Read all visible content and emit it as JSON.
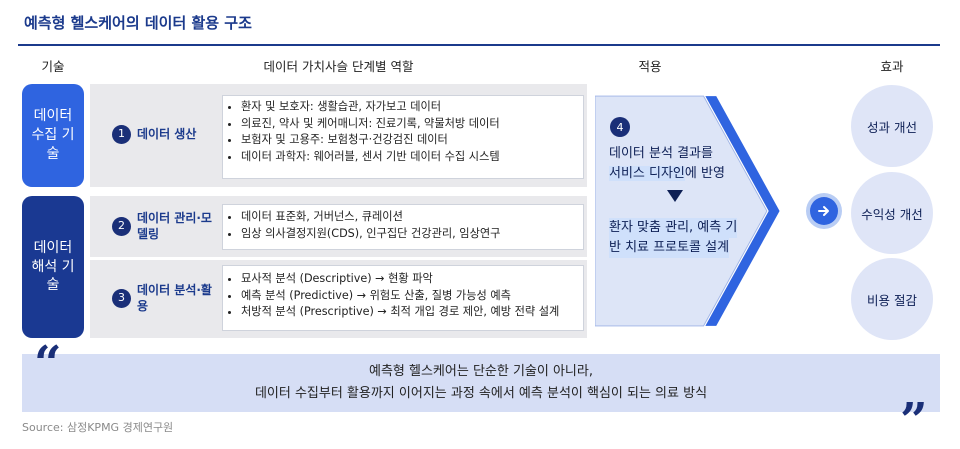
{
  "title": "예측형 헬스케어의 데이터 활용 구조",
  "headers": {
    "tech": "기술",
    "stages": "데이터 가치사슬 단계별 역할",
    "apply": "적용",
    "effect": "효과"
  },
  "tech": {
    "collect": "데이터 수집 기술",
    "analysis": "데이터 해석 기술"
  },
  "stages": [
    {
      "num": "1",
      "label": "데이터 생산",
      "bullets": [
        "환자 및 보호자: 생활습관, 자가보고 데이터",
        "의료진, 약사 및 케어매니저: 진료기록, 약물처방 데이터",
        "보험자 및 고용주: 보험청구·건강검진 데이터",
        "데이터 과학자: 웨어러블, 센서 기반 데이터 수집 시스템"
      ]
    },
    {
      "num": "2",
      "label": "데이터 관리·모델링",
      "bullets": [
        "데이터 표준화, 거버넌스, 큐레이션",
        "임상 의사결정지원(CDS), 인구집단 건강관리, 임상연구"
      ]
    },
    {
      "num": "3",
      "label": "데이터 분석·활용",
      "bullets": [
        "묘사적 분석 (Descriptive) → 현황 파악",
        "예측 분석 (Predictive) → 위험도 산출, 질병 가능성 예측",
        "처방적 분석 (Prescriptive) → 최적 개입 경로 제안, 예방 전략 설계"
      ]
    }
  ],
  "apply": {
    "num": "4",
    "line1": "데이터 분석 결과를",
    "line2_hl": "서비스 디자인",
    "line2_rest": "에 반영",
    "line3": "환자 맞춤 관리, 예측 기",
    "line4": "반 치료 프로토콜 설계"
  },
  "effects": [
    "성과 개선",
    "수익성 개선",
    "비용 절감"
  ],
  "quote": {
    "open": "“",
    "close": "”",
    "line1": "예측형 헬스케어는 단순한 기술이 아니라,",
    "line2": "데이터 수집부터 활용까지 이어지는 과정 속에서 예측 분석이 핵심이 되는 의료 방식"
  },
  "source": "Source: 삼정KPMG 경제연구원",
  "colors": {
    "navy": "#1a2f78",
    "blue": "#2f64e0",
    "light": "#dfe5f7"
  }
}
